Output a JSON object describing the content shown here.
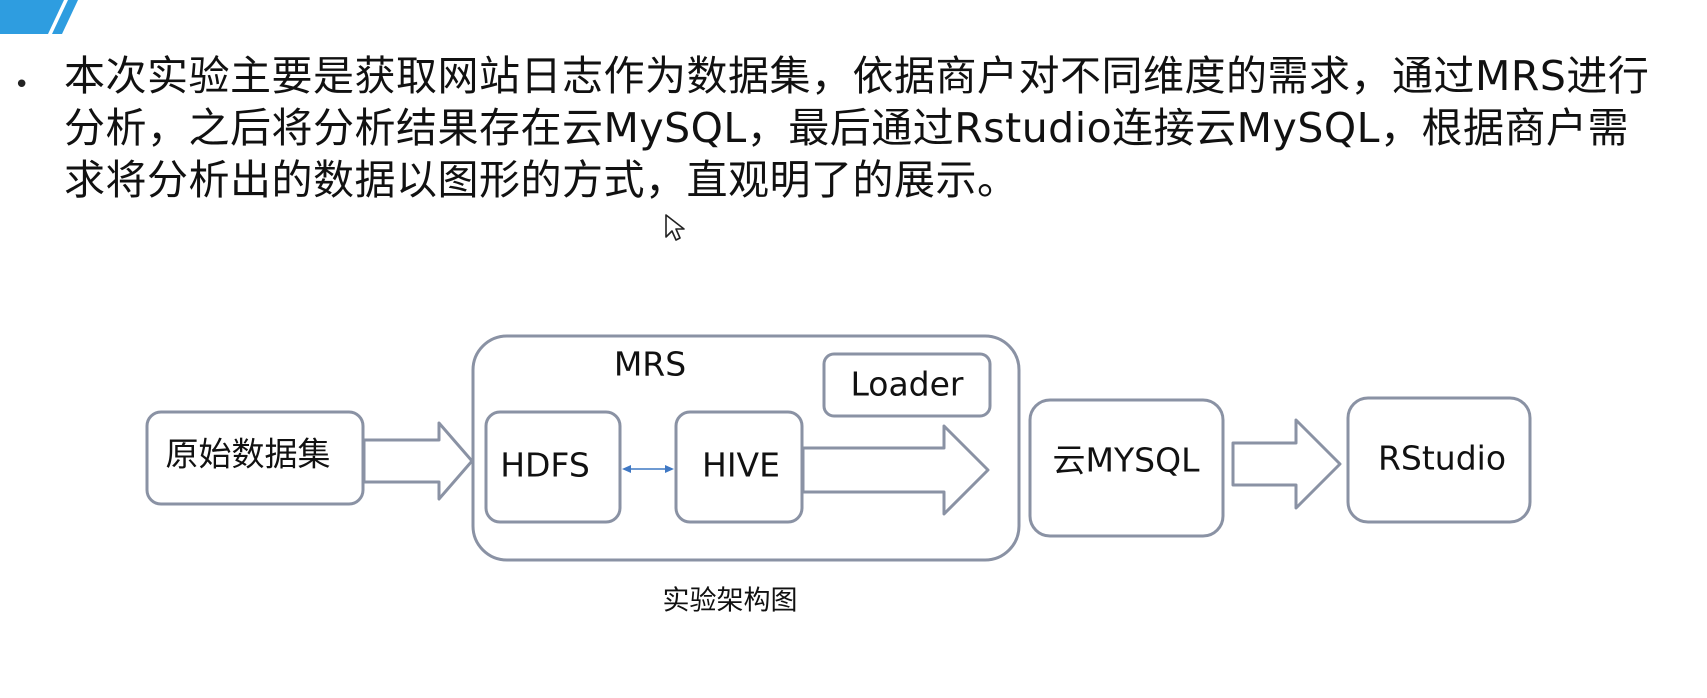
{
  "slide": {
    "bullet_text": "本次实验主要是获取网站日志作为数据集，依据商户对不同维度的需求，通过MRS进行分析，之后将分析结果存在云MySQL，最后通过Rstudio连接云MySQL，根据商户需求将分析出的数据以图形的方式，直观明了的展示。"
  },
  "diagram": {
    "source_label": "原始数据集",
    "mrs_label": "MRS",
    "hdfs_label": "HDFS",
    "hive_label": "HIVE",
    "loader_label": "Loader",
    "mysql_label": "云MYSQL",
    "rstudio_label": "RStudio",
    "caption": "实验架构图"
  },
  "colors": {
    "accent_blue": "#2e9de0",
    "box_stroke": "#8a92a4",
    "arrow_stroke": "#8a92a4",
    "link_arrow": "#3f78c4"
  }
}
